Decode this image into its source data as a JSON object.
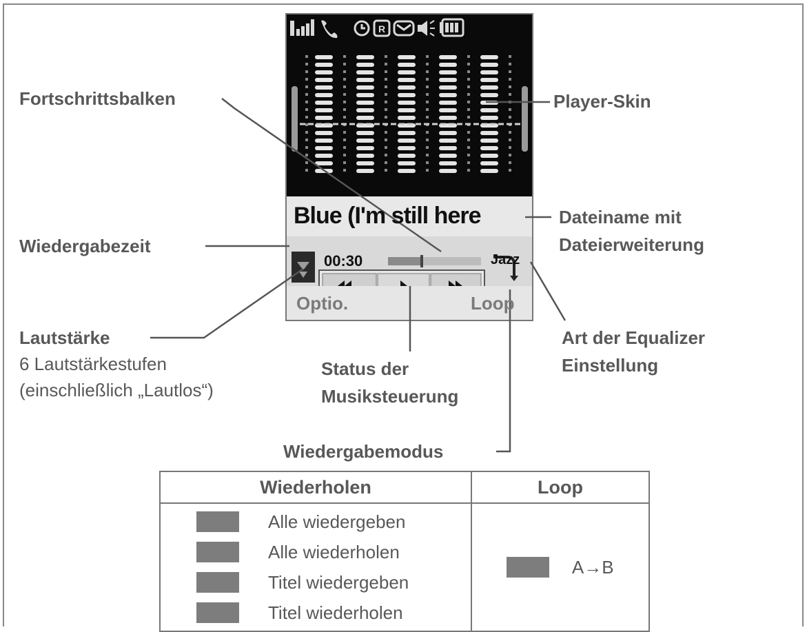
{
  "phone": {
    "status_icons": [
      "signal-icon",
      "phone-call-icon",
      "alarm-icon",
      "roaming-icon",
      "message-icon",
      "speaker-icon",
      "battery-icon"
    ],
    "song_title": "Blue (I'm still here",
    "playback_time": "00:30",
    "equalizer": "Jazz",
    "softkey_left": "Optio.",
    "softkey_right": "Loop"
  },
  "callouts": {
    "progress_bar": "Fortschrittsbalken",
    "player_skin": "Player-Skin",
    "filename_line1": "Dateiname mit",
    "filename_line2": "Dateierweiterung",
    "playback_time": "Wiedergabezeit",
    "volume_title": "Lautstärke",
    "volume_desc1": "6 Lautstärkestufen",
    "volume_desc2": "(einschließlich „Lautlos“)",
    "control_status_line1": "Status der",
    "control_status_line2": "Musiksteuerung",
    "eq_type_line1": "Art der Equalizer",
    "eq_type_line2": "Einstellung",
    "playback_mode": "Wiedergabemodus"
  },
  "table": {
    "header_repeat": "Wiederholen",
    "header_loop": "Loop",
    "repeat_modes": [
      "Alle wiedergeben",
      "Alle wiederholen",
      "Titel wiedergeben",
      "Titel wiederholen"
    ],
    "loop_mode": "A→B"
  },
  "colors": {
    "screen_bg": "#0a0a0a",
    "softkey_bar": "#e6e6e6",
    "text_gray": "#585858",
    "swatch": "#7d7d7d"
  }
}
